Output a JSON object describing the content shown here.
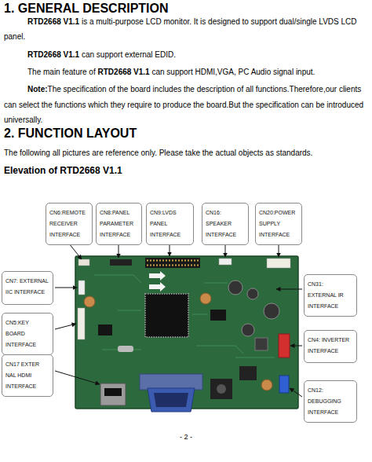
{
  "diagram": {
    "title": "1. GENERAL DESCRIPTION",
    "nodes": [
      {
        "text": [
          "CN6:REMOTE RECEIVER INTERFACE"
        ]
      },
      {
        "text": [
          "CN8:PANEL PARAMETER INTERFACE"
        ]
      },
      {
        "text": [
          "CN9:LVDS PANEL INTERFACE"
        ]
      },
      {
        "text": [
          "CN16: SPEAKER INTERFACE"
        ]
      },
      {
        "text": [
          "CN20:POWER SUPPLY INTERFACE"
        ]
      },
      {
        "text": [
          "CN7: EXTERNAL IIC INTERFACE"
        ]
      },
      {
        "text": [
          "CN31: EXTERNAL IR INTERFACE"
        ]
      },
      {
        "text": [
          "CN5:KEY BOARD INTERFACE"
        ]
      },
      {
        "text": [
          "CN4: INVERTER INTERFACE"
        ]
      },
      {
        "text": [
          "CN17 EXTER NAL HDMI INTERFACE"
        ]
      },
      {
        "text": [
          "CN12: DEBUGGING INTERFACE"
        ]
      }
    ],
    "labels": [
      "RTD2668 V1.1",
      "is a multi-purpose LCD monitor. It is designed to support dual/single LVDS LCD panel.",
      "RTD2668 V1.1",
      "can support external EDID.",
      "The main feature of",
      "RTD2668 V1.1",
      "can support HDMI,VGA, PC Audio signal input.",
      "Note:",
      "The specification of the board includes the description of all functions.Therefore,our clients can select the functions which they require to produce the board.But the specification can be introduced universally.",
      "2. FUNCTION LAYOUT",
      "The following all pictures are reference only. Please take the actual objects as standards.",
      "Elevation of RTD2668 V1.1",
      "- 2 -"
    ]
  }
}
